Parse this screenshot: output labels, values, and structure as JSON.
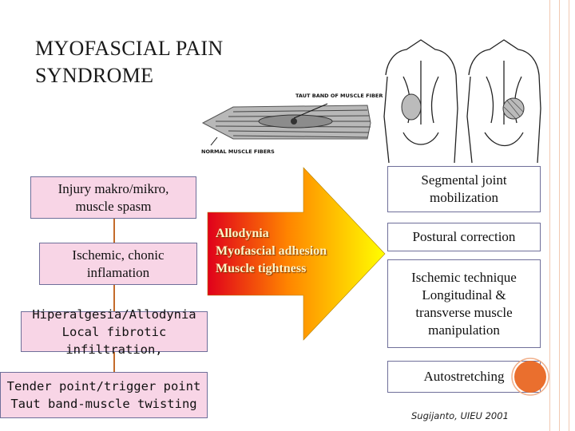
{
  "title": "MYOFASCIAL PAIN SYNDROME",
  "muscle_figure": {
    "label_trigger": "TAUT BAND OF MUSCLE FIBERS WITH TRIGGER POINT",
    "label_normal": "NORMAL MUSCLE FIBERS"
  },
  "left_chain": [
    {
      "line1": "Injury makro/mikro,",
      "line2": "muscle spasm"
    },
    {
      "line1": "Ischemic, chonic",
      "line2": "inflamation"
    },
    {
      "line1": "Hiperalgesia/Allodynia",
      "line2": "Local fibrotic infiltration,"
    },
    {
      "line1": "Tender point/trigger point",
      "line2": "Taut band-muscle twisting"
    }
  ],
  "arrow_text": [
    "Allodynia",
    "Myofascial adhesion",
    "Muscle tightness"
  ],
  "treatments": [
    {
      "lines": [
        "Segmental joint",
        "mobilization"
      ]
    },
    {
      "lines": [
        "Postural correction"
      ]
    },
    {
      "lines": [
        "Ischemic technique",
        "Longitudinal &",
        "transverse muscle",
        "manipulation"
      ]
    },
    {
      "lines": [
        "Autostretching"
      ]
    }
  ],
  "credit": "Sugijanto, UIEU 2001",
  "colors": {
    "box_pink": "#f8d5e6",
    "connector": "#c46b2a",
    "arrow_start": "#e0001b",
    "arrow_end": "#ffff00"
  }
}
